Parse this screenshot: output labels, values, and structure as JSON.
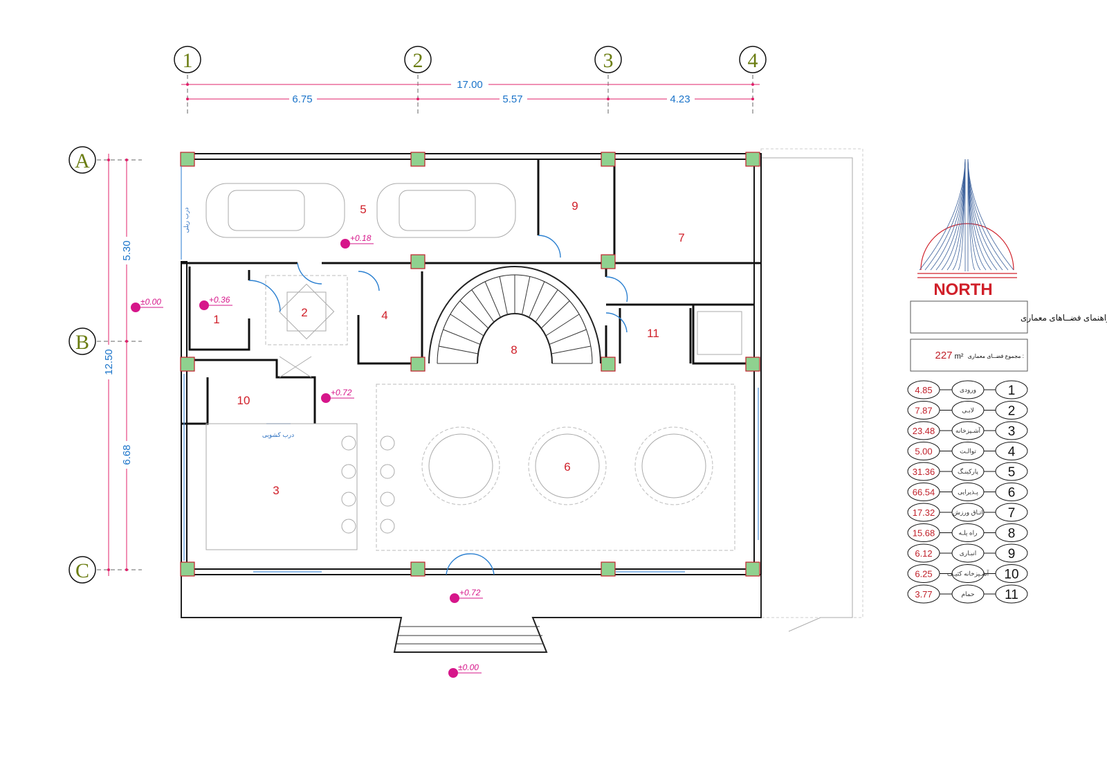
{
  "grid": {
    "columns": [
      "1",
      "2",
      "3",
      "4"
    ],
    "rows": [
      "A",
      "B",
      "C"
    ]
  },
  "dimensions": {
    "overall_width": "17.00",
    "bays": [
      "6.75",
      "5.57",
      "4.23"
    ],
    "overall_depth": "12.50",
    "depth_segments": [
      "5.30",
      "6.68"
    ]
  },
  "rooms": [
    "1",
    "2",
    "3",
    "4",
    "5",
    "6",
    "7",
    "8",
    "9",
    "10",
    "11"
  ],
  "elevations": {
    "ext_left": "±0.00",
    "entry": "+0.36",
    "parking": "+0.18",
    "kitchen": "+0.72",
    "porch": "+0.72",
    "ground": "±0.00"
  },
  "annotations": {
    "sliding_door": "درب کشویی",
    "rail_door": "درب ریلی"
  },
  "north": {
    "label": "NORTH",
    "colors": {
      "red": "#d0202a",
      "blue": "#3a5f9a"
    }
  },
  "legend": {
    "title": "راهنمای فضــاهای معماری",
    "total_label": "مجموع فضــای معماری :",
    "total_value": "227",
    "total_unit": "m²",
    "items": [
      {
        "num": "1",
        "name": "ورودی",
        "area": "4.85"
      },
      {
        "num": "2",
        "name": "لابـی",
        "area": "7.87"
      },
      {
        "num": "3",
        "name": "آشـپزخانه",
        "area": "23.48"
      },
      {
        "num": "4",
        "name": "توالـت",
        "area": "5.00"
      },
      {
        "num": "5",
        "name": "پارکینـگ",
        "area": "31.36"
      },
      {
        "num": "6",
        "name": "پـذیرایی",
        "area": "66.54"
      },
      {
        "num": "7",
        "name": "اتـاق ورزش",
        "area": "17.32"
      },
      {
        "num": "8",
        "name": "راه پلـه",
        "area": "15.68"
      },
      {
        "num": "9",
        "name": "انبـاری",
        "area": "6.12"
      },
      {
        "num": "10",
        "name": "آشـپزخانه کثیـف",
        "area": "6.25"
      },
      {
        "num": "11",
        "name": "حمام",
        "area": "3.77"
      }
    ]
  }
}
